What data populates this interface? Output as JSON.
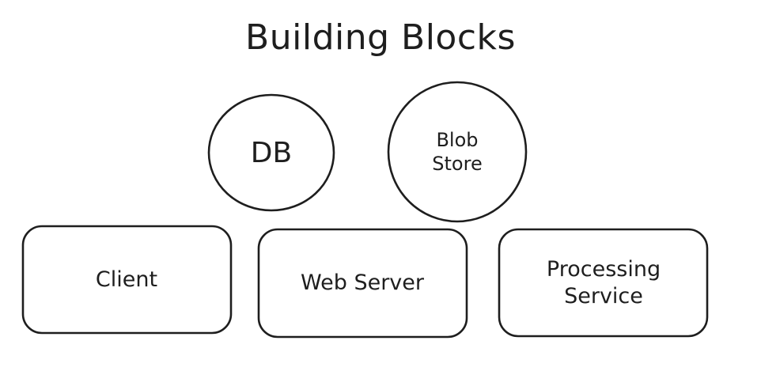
{
  "title": "Building Blocks",
  "nodes": {
    "db": {
      "label": "DB",
      "shape": "circle"
    },
    "blob_store": {
      "label_line1": "Blob",
      "label_line2": "Store",
      "shape": "circle"
    },
    "client": {
      "label": "Client",
      "shape": "rounded-rectangle"
    },
    "web_server": {
      "label": "Web Server",
      "shape": "rounded-rectangle"
    },
    "processing_service": {
      "label_line1": "Processing",
      "label_line2": "Service",
      "shape": "rounded-rectangle"
    }
  },
  "colors": {
    "stroke": "#1e1e1e",
    "background": "#ffffff"
  }
}
